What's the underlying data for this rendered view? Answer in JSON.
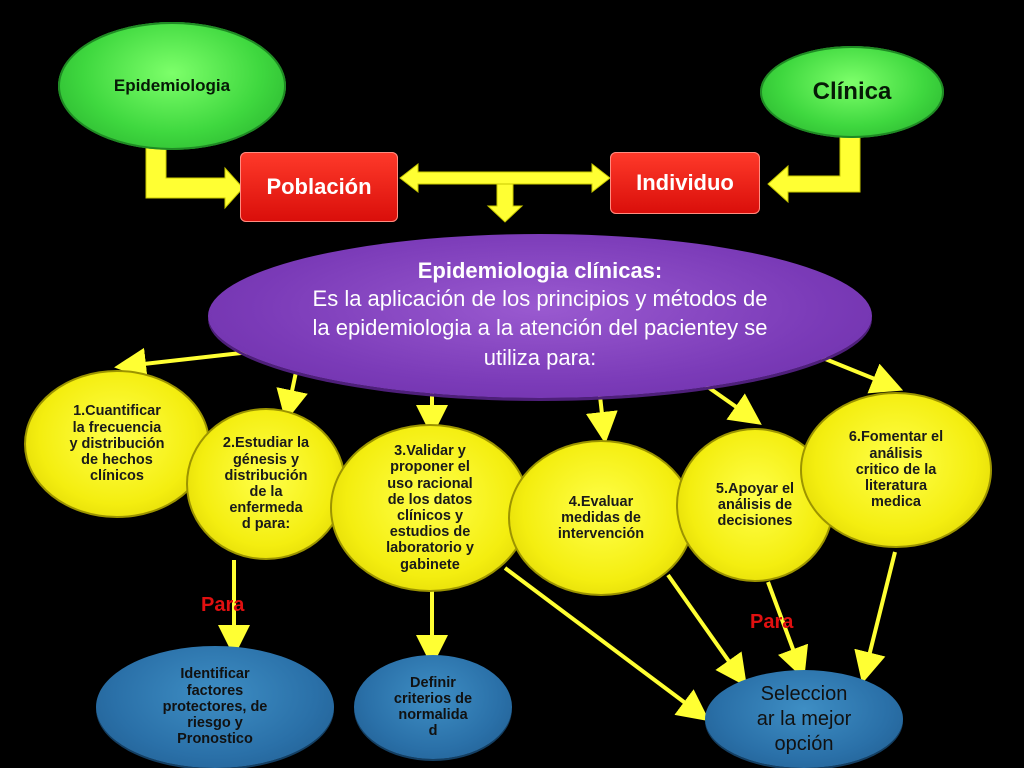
{
  "top_left": "Epidemiologia",
  "top_right": "Clínica",
  "poblacion": "Población",
  "individuo": "Individuo",
  "center": {
    "title": "Epidemiologia clínicas:",
    "body": "Es  la aplicación de los principios y métodos de la epidemiologia a la atención del pacientey se utiliza para:"
  },
  "uses": [
    "1.Cuantificar\nla frecuencia\ny distribución\nde hechos\nclínicos",
    "2.Estudiar la\ngénesis y\ndistribución\nde la\nenfermeda\nd para:",
    "3.Validar y\nproponer el\nuso racional\nde los datos\nclínicos y\nestudios de\nlaboratorio y\ngabinete",
    "4.Evaluar\nmedidas de\nintervención",
    "5.Apoyar el\nanálisis de\ndecisiones",
    "6.Fomentar el\nanálisis\ncritico de la\nliteratura\nmedica"
  ],
  "para_labels": [
    "Para",
    "Para"
  ],
  "outcomes": [
    "Identificar\nfactores\nprotectores, de\nriesgo y\nPronostico",
    "Definir\ncriterios de\nnormalida\nd",
    "Seleccion\nar la mejor\nopción"
  ],
  "colors": {
    "arrow": "#ffff33",
    "green": "#3fd83f",
    "red": "#e0120c",
    "purple": "#7b3bb8",
    "yellow": "#f4ee10",
    "blue": "#2a70a8",
    "para": "#e01010"
  }
}
